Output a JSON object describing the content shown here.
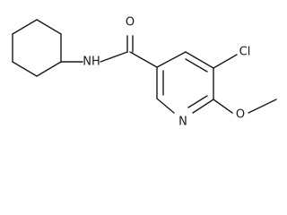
{
  "molecule": {
    "labels": {
      "O": "O",
      "NH": "NH",
      "N": "N",
      "Cl": "Cl",
      "O2": "O"
    }
  }
}
